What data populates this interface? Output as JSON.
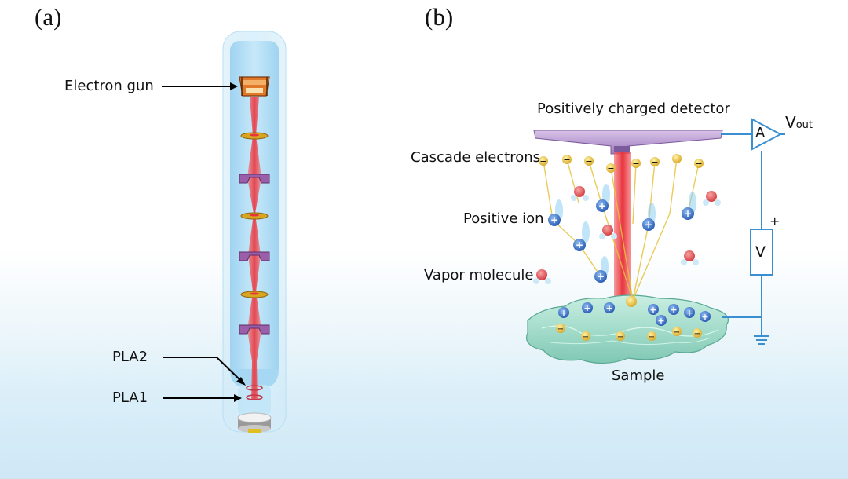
{
  "panels": {
    "a": "(a)",
    "b": "(b)"
  },
  "column_labels": {
    "electron_gun": "Electron gun",
    "pla2": "PLA2",
    "pla1": "PLA1"
  },
  "detector_labels": {
    "detector": "Positively charged detector",
    "cascade": "Cascade electrons",
    "positive_ion": "Positive ion",
    "vapor": "Vapor molecule",
    "sample": "Sample"
  },
  "circuit": {
    "amplifier": "A",
    "vout_main": "V",
    "vout_sub": "out",
    "voltage": "V",
    "plus": "+"
  },
  "particles": {
    "plus": "+",
    "minus": "−"
  },
  "colors": {
    "beam": "#e8323c",
    "column_glass": "#bfe3f6",
    "gold_lens": "#d8a520",
    "purple_lens": "#9a5fa8",
    "ion": "#2f6fd0",
    "electron": "#f2d24a",
    "vapor_red": "#e0585a",
    "detector": "#b793cf",
    "sample": "#9fdcc9",
    "wire": "#3a8fd1"
  }
}
